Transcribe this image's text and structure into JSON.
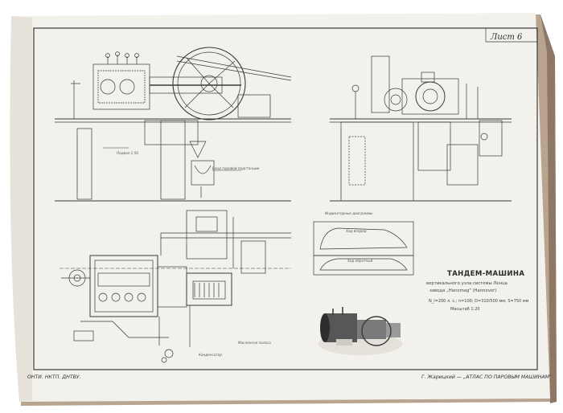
{
  "sheet": {
    "label": "Лист 6"
  },
  "title": {
    "main": "ТАНДЕМ-МАШИНА",
    "line1": "вертикального узла системы Ленца",
    "line2": "завода „Hanomag\" (Hannover)",
    "specs": "N_i=200 л. с.;   n=100;   D=310/500 мм;   S=750 мм",
    "scale": "Масштаб 1:20"
  },
  "diagram_labels": {
    "indicator": "Индикаторные диаграммы",
    "forward": "Ход вперед",
    "reverse": "Ход обратный",
    "basement": "Подвал 1:50",
    "cylinder": "Вход паровой подстанции",
    "condenser": "Конденсатор",
    "oil": "Маслянная полоса"
  },
  "footer": {
    "publisher": "ОНТИ. НКТП. ДНТВУ.",
    "atlas": "Г. Жарицкий — „АТЛАС ПО ПАРОВЫМ МАШИНАМ\""
  },
  "colors": {
    "paper": "#f3f1ec",
    "line": "#3a3a3a",
    "cover": "#b9a48f",
    "shadow": "#d9d4cb"
  }
}
